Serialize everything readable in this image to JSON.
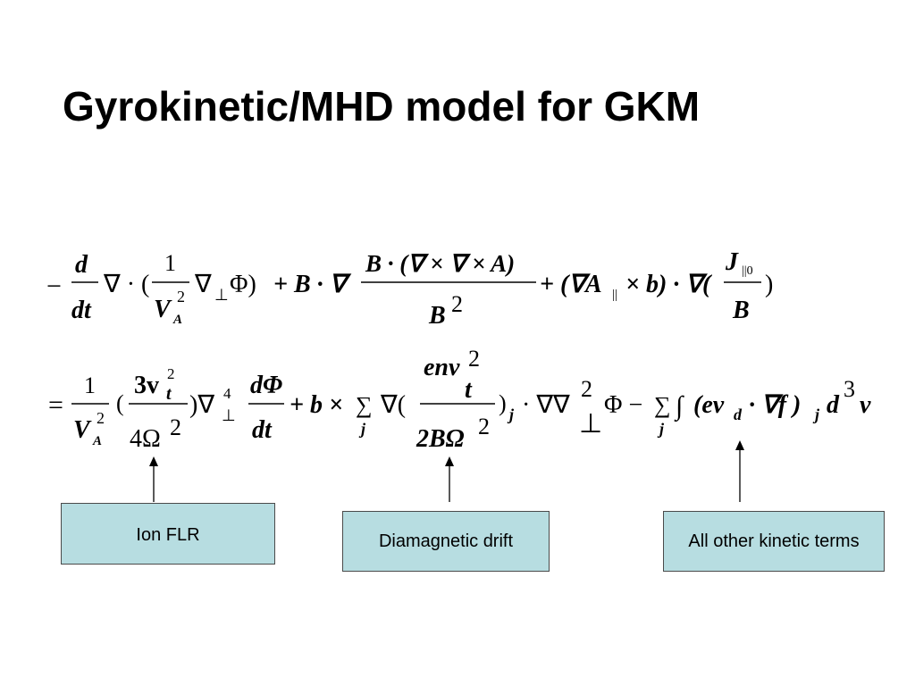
{
  "slide": {
    "title": "Gyrokinetic/MHD model for GKM"
  },
  "equation": {
    "l1_minus": "−",
    "l1_d": "d",
    "l1_dt": "dt",
    "l1_nabla_dot_open": "∇ · (",
    "l1_one": "1",
    "l1_V": "V",
    "l1_V_sup": "2",
    "l1_V_sub": "A",
    "l1_nabla_perp": "∇",
    "l1_perp": "⊥",
    "l1_phi_close": "Φ)",
    "l1_plus_B_dot_nabla": "+ B · ∇",
    "l1_B_dot_curl": "B · (∇ × ∇ × A)",
    "l1_B": "B",
    "l1_B_sup": "2",
    "l1_term3": "+ (∇A",
    "l1_par": "||",
    "l1_term3b": "× b) · ∇(",
    "l1_J": "J",
    "l1_J_sub": "||0",
    "l1_Bden": "B",
    "l1_close": ")",
    "l2_equals": "=",
    "l2_one": "1",
    "l2_V": "V",
    "l2_V_sup": "2",
    "l2_V_sub": "A",
    "l2_open": "(",
    "l2_3v": "3v",
    "l2_v_sup": "2",
    "l2_v_sub": "t",
    "l2_4omega": "4Ω",
    "l2_omega_sup": "2",
    "l2_close_nabla": ")∇",
    "l2_nabla_sup": "4",
    "l2_perp": "⊥",
    "l2_dphi": "dΦ",
    "l2_dt": "dt",
    "l2_plus_b_cross": "+ b × ",
    "l2_sum1": "∑",
    "l2_sum1_sub": "j",
    "l2_nabla_open": "∇(",
    "l2_env": "env",
    "l2_env_sup": "2",
    "l2_env_sub": "t",
    "l2_2BOmega": "2BΩ",
    "l2_2BOmega_sup": "2",
    "l2_close_j": ")",
    "l2_j_sub": "j",
    "l2_dot_nabla_nabla": "· ∇∇",
    "l2_nn_sup": "2",
    "l2_nn_perp": "⊥",
    "l2_phi_minus": "Φ −",
    "l2_sum2": "∑",
    "l2_sum2_sub": "j",
    "l2_integral": "∫",
    "l2_ev_open": "(ev",
    "l2_d_sub": "d",
    "l2_dot_nabla_f": "· ∇f )",
    "l2_j2_sub": "j",
    "l2_d3": "d",
    "l2_d3_sup": "3",
    "l2_v_end": "v"
  },
  "labels": {
    "ion_flr": "Ion FLR",
    "diamagnetic": "Diamagnetic drift",
    "kinetic": "All other kinetic terms"
  },
  "colors": {
    "box_fill": "#b7dde1",
    "box_border": "#4a4a4a"
  }
}
